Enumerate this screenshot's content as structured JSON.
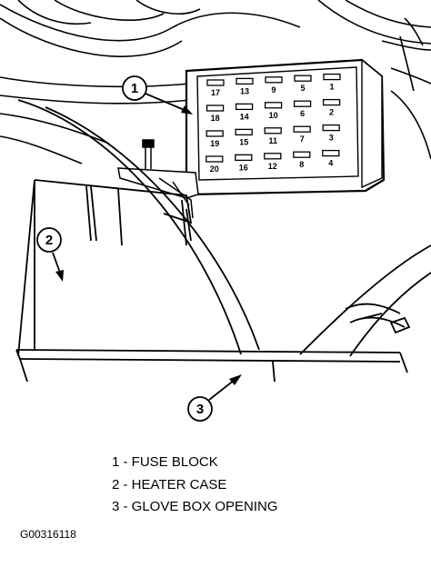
{
  "callouts": [
    {
      "number": "1",
      "label": "FUSE BLOCK"
    },
    {
      "number": "2",
      "label": "HEATER CASE"
    },
    {
      "number": "3",
      "label": "GLOVE BOX OPENING"
    }
  ],
  "legend": [
    {
      "text": "1 - FUSE BLOCK"
    },
    {
      "text": "2 - HEATER CASE"
    },
    {
      "text": "3 - GLOVE BOX OPENING"
    }
  ],
  "fuse_block": {
    "rows": [
      [
        "17",
        "13",
        "9",
        "5",
        "1"
      ],
      [
        "18",
        "14",
        "10",
        "6",
        "2"
      ],
      [
        "19",
        "15",
        "11",
        "7",
        "3"
      ],
      [
        "20",
        "16",
        "12",
        "8",
        "4"
      ]
    ]
  },
  "figure_id": "G00316118"
}
